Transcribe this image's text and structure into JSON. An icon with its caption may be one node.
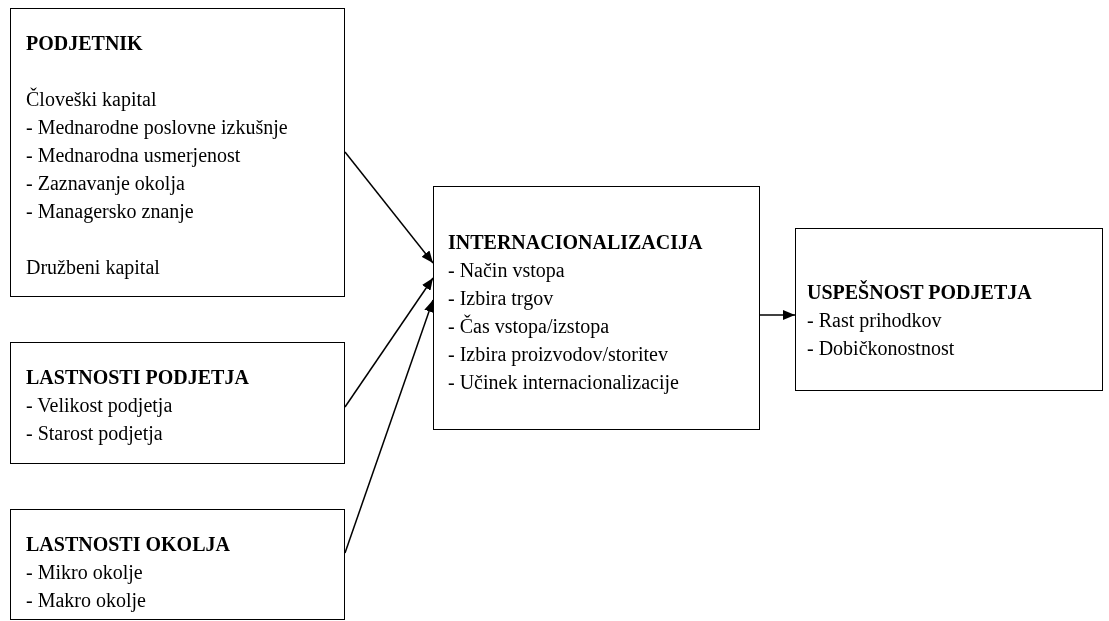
{
  "diagram": {
    "nodes": [
      {
        "text": [
          "PODJETNIK",
          "Človeški kapital",
          "- Mednarodne poslovne izkušnje",
          "- Mednarodna usmerjenost",
          "- Zaznavanje okolja",
          "- Managersko znanje",
          "Družbeni kapital"
        ]
      },
      {
        "text": [
          "LASTNOSTI PODJETJA",
          "- Velikost podjetja",
          "- Starost podjetja"
        ]
      },
      {
        "text": [
          "LASTNOSTI OKOLJA",
          "- Mikro okolje",
          "- Makro okolje"
        ]
      },
      {
        "text": [
          "INTERNACIONALIZACIJA",
          "- Način vstopa",
          "- Izbira trgov",
          "- Čas vstopa/izstopa",
          "- Izbira proizvodov/storitev",
          "- Učinek internacionalizacije"
        ]
      },
      {
        "text": [
          "USPEŠNOST PODJETJA",
          "- Rast prihodkov",
          "- Dobičkonostnost"
        ]
      }
    ],
    "edges": [
      {
        "from": 0,
        "to": 3,
        "arrow": "to"
      },
      {
        "from": 1,
        "to": 3,
        "arrow": "to"
      },
      {
        "from": 2,
        "to": 3,
        "arrow": "to"
      },
      {
        "from": 3,
        "to": 4,
        "arrow": "to"
      }
    ]
  }
}
